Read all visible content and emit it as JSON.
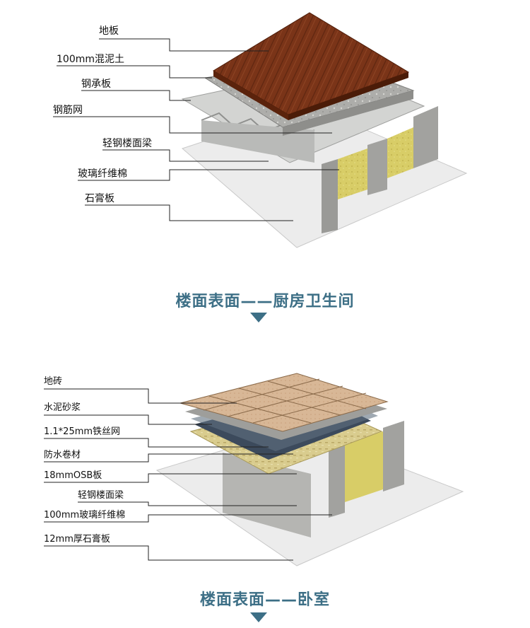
{
  "diagram1": {
    "labels": [
      "地板",
      "100mm混泥土",
      "钢承板",
      "钢筋网",
      "轻钢楼面梁",
      "玻璃纤维棉",
      "石膏板"
    ],
    "caption": "楼面表面——厨房卫生间"
  },
  "diagram2": {
    "labels": [
      "地砖",
      "水泥砂浆",
      "1.1*25mm铁丝网",
      "防水卷材",
      "18mmOSB板",
      "轻钢楼面梁",
      "100mm玻璃纤维棉",
      "12mm厚石膏板"
    ],
    "caption": "楼面表面——卧室"
  },
  "colors": {
    "caption": "#3d6f86",
    "wood": "#7a3418",
    "concrete": "#b5b5b2",
    "steel_deck": "#d4d5d3",
    "insulation": "#d9cf6a",
    "gypsum": "#eeeeee",
    "tile": "#d6b392"
  }
}
